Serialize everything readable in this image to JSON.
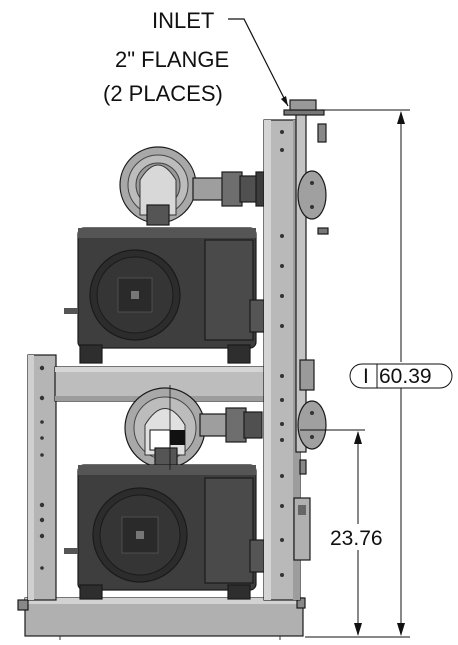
{
  "callout": {
    "line1": "INLET",
    "line2": "2\" FLANGE",
    "line3": "(2 PLACES)"
  },
  "dimensions": {
    "overall_prefix": "I",
    "overall_value": "60.39",
    "lower_value": "23.76"
  },
  "colors": {
    "frame": "#b5b5b5",
    "frame_dark": "#8a8a8a",
    "motor": "#3e3e3e",
    "motor_dark": "#262626",
    "blower": "#9a9a9a",
    "line": "#111111"
  }
}
